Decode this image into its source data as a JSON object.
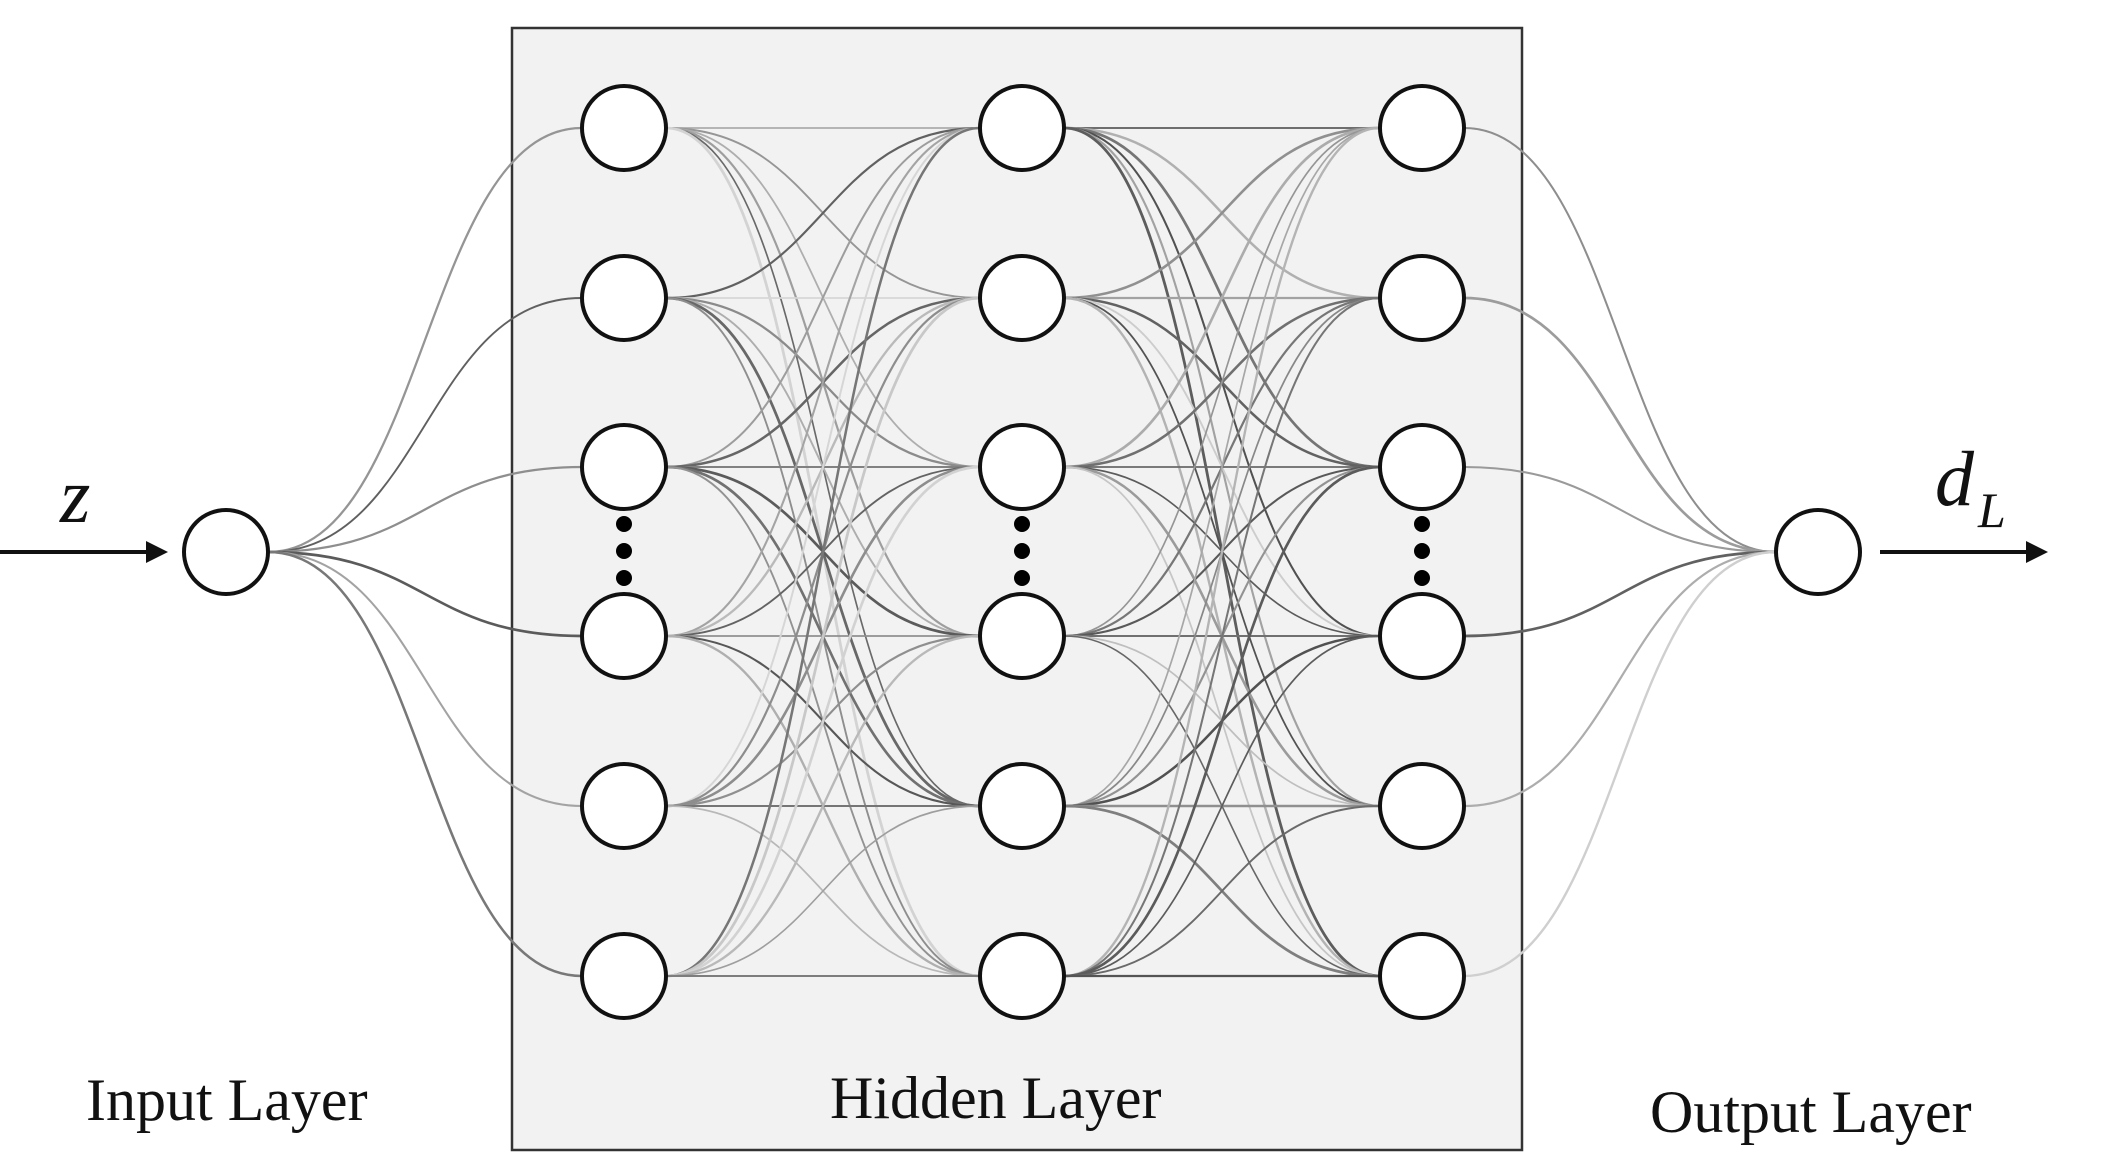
{
  "input": {
    "symbol": "z",
    "layer_label": "Input Layer"
  },
  "hidden": {
    "layer_label": "Hidden Layer",
    "columns": 3,
    "nodes_per_column": 6
  },
  "output": {
    "symbol": "d",
    "subscript": "L",
    "layer_label": "Output Layer"
  },
  "colors": {
    "node_stroke": "#111111",
    "hidden_background": "#f2f2f2",
    "edge_dark": "#444444",
    "edge_light": "#cfcfcf"
  }
}
